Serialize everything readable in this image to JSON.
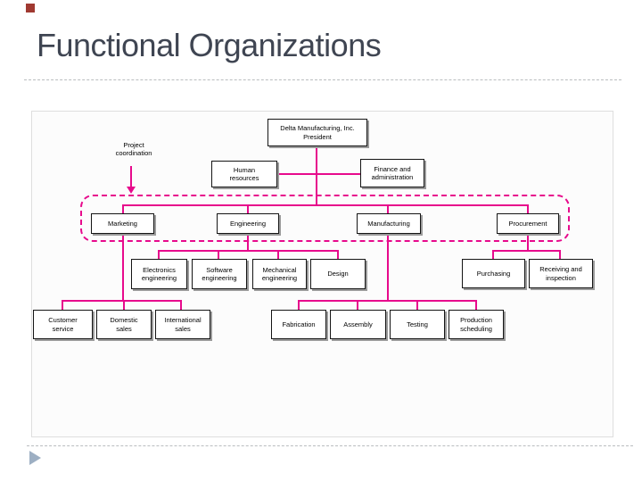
{
  "slide": {
    "title": "Functional Organizations",
    "title_color": "#3F4552",
    "accent_square_color": "#A03931",
    "divider_color": "#B9BDBF",
    "footer_arrow_color": "#9DAFC3",
    "background_color": "#FFFFFF"
  },
  "chart": {
    "type": "org-chart-diagram",
    "line_color": "#E70A8C",
    "company": "Delta Manufacturing, Inc.",
    "annotation": "Project\ncoordination",
    "nodes": {
      "president": "Delta Manufacturing, Inc.\nPresident",
      "human_resources": "Human\nresources",
      "finance": "Finance and\nadministration",
      "marketing": "Marketing",
      "engineering": "Engineering",
      "manufacturing": "Manufacturing",
      "procurement": "Procurement",
      "electronics_engineering": "Electronics\nengineering",
      "software_engineering": "Software\nengineering",
      "mechanical_engineering": "Mechanical\nengineering",
      "design": "Design",
      "purchasing": "Purchasing",
      "receiving_inspection": "Receiving and\ninspection",
      "customer_service": "Customer\nservice",
      "domestic_sales": "Domestic\nsales",
      "international_sales": "International\nsales",
      "fabrication": "Fabrication",
      "assembly": "Assembly",
      "testing": "Testing",
      "production_scheduling": "Production\nscheduling"
    },
    "hierarchy": {
      "president": [
        "human_resources",
        "finance",
        "marketing",
        "engineering",
        "manufacturing",
        "procurement"
      ],
      "marketing": [
        "customer_service",
        "domestic_sales",
        "international_sales"
      ],
      "engineering": [
        "electronics_engineering",
        "software_engineering",
        "mechanical_engineering",
        "design"
      ],
      "manufacturing": [
        "fabrication",
        "assembly",
        "testing",
        "production_scheduling"
      ],
      "procurement": [
        "purchasing",
        "receiving_inspection"
      ]
    }
  }
}
